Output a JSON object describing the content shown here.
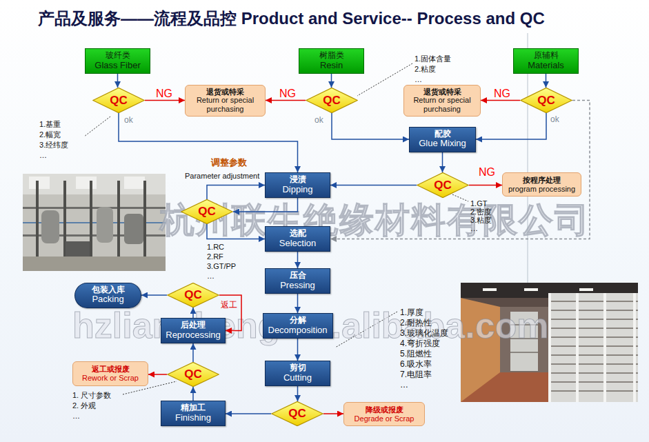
{
  "diagram": {
    "title": "产品及服务——流程及品控 Product and Service-- Process and QC",
    "nodes": [
      {
        "text": [
          "玻纤类",
          "Glass Fiber"
        ]
      },
      {
        "text": [
          "树脂类",
          "Resin"
        ]
      },
      {
        "text": [
          "原辅料",
          "Materials"
        ]
      },
      {
        "text": [
          "QC"
        ]
      },
      {
        "text": [
          "退货或特采",
          "Return or special purchasing"
        ]
      },
      {
        "text": [
          "QC"
        ]
      },
      {
        "text": [
          "退货或特采",
          "Return or special purchasing"
        ]
      },
      {
        "text": [
          "QC"
        ]
      },
      {
        "text": [
          "配胶",
          "Glue Mixing"
        ]
      },
      {
        "text": [
          "浸渍",
          "Dipping"
        ]
      },
      {
        "text": [
          "QC"
        ]
      },
      {
        "text": [
          "按程序处理",
          "program processing"
        ]
      },
      {
        "text": [
          "QC"
        ]
      },
      {
        "text": [
          "选配",
          "Selection"
        ]
      },
      {
        "text": [
          "压合",
          "Pressing"
        ]
      },
      {
        "text": [
          "包装入库",
          "Packing"
        ]
      },
      {
        "text": [
          "QC"
        ]
      },
      {
        "text": [
          "分解",
          "Decomposition"
        ]
      },
      {
        "text": [
          "后处理",
          "Reprocessing"
        ]
      },
      {
        "text": [
          "剪切",
          "Cutting"
        ]
      },
      {
        "text": [
          "返工或报废",
          "Rework or Scrap"
        ]
      },
      {
        "text": [
          "QC"
        ]
      },
      {
        "text": [
          "精加工",
          "Finishing"
        ]
      },
      {
        "text": [
          "QC"
        ]
      },
      {
        "text": [
          "降级或报废",
          "Degrade or Scrap"
        ]
      }
    ],
    "edges": [
      {
        "from": 0,
        "to": 3,
        "arrow": "to"
      },
      {
        "from": 3,
        "to": 4,
        "label": "NG",
        "arrow": "to"
      },
      {
        "from": 5,
        "to": 4,
        "label": "NG",
        "arrow": "to"
      },
      {
        "from": 1,
        "to": 5,
        "arrow": "to"
      },
      {
        "from": 2,
        "to": 7,
        "arrow": "to"
      },
      {
        "from": 7,
        "to": 6,
        "label": "NG",
        "arrow": "to"
      },
      {
        "from": 3,
        "to": 9,
        "arrow": "to"
      },
      {
        "from": 5,
        "to": 8,
        "arrow": "to"
      },
      {
        "from": 7,
        "to": 8,
        "arrow": "to"
      },
      {
        "from": 8,
        "to": 10,
        "arrow": "to"
      },
      {
        "from": 10,
        "to": 9,
        "arrow": "to"
      },
      {
        "from": 10,
        "to": 11,
        "label": "NG",
        "arrow": "to"
      },
      {
        "from": 9,
        "to": 12,
        "arrow": "to"
      },
      {
        "from": 12,
        "to": 9,
        "arrow": "to"
      },
      {
        "from": 12,
        "to": 13,
        "arrow": "to"
      },
      {
        "from": 13,
        "to": 14,
        "arrow": "to"
      },
      {
        "from": 14,
        "to": 17,
        "arrow": "to"
      },
      {
        "from": 17,
        "to": 19,
        "arrow": "to"
      },
      {
        "from": 19,
        "to": 23,
        "arrow": "to"
      },
      {
        "from": 23,
        "to": 24,
        "arrow": "to"
      },
      {
        "from": 23,
        "to": 22,
        "arrow": "to"
      },
      {
        "from": 22,
        "to": 21,
        "arrow": "to"
      },
      {
        "from": 21,
        "to": 20,
        "arrow": "to"
      },
      {
        "from": 21,
        "to": 18,
        "arrow": "to"
      },
      {
        "from": 18,
        "to": 16,
        "arrow": "to"
      },
      {
        "from": 16,
        "to": 15,
        "arrow": "to"
      },
      {
        "from": 16,
        "to": 18,
        "label": "返工",
        "arrow": "to"
      },
      {
        "from": 7,
        "to": 13,
        "arrow": "to"
      }
    ],
    "labels": [
      "ok",
      "ok",
      "ok",
      "1.基重",
      "2.幅宽",
      "3.经纬度",
      "…",
      "1.固体含量",
      "2.粘度",
      "…",
      "调整参数",
      "Parameter adjustment",
      "1.GT",
      "2.密度",
      "3.粘度",
      "…",
      "1.RC",
      "2.RF",
      "3.GT/PP",
      "…",
      "1.厚度",
      "2.耐热性",
      "3.玻璃化温度",
      "4.弯折强度",
      "5.阻燃性",
      "6.吸水率",
      "7.电阻率",
      "…",
      "1. 尺寸参数",
      "2. 外观",
      "…",
      "杭州联生绝缘材料有限公司",
      "hzliansheng.en.alibaba.com"
    ]
  }
}
